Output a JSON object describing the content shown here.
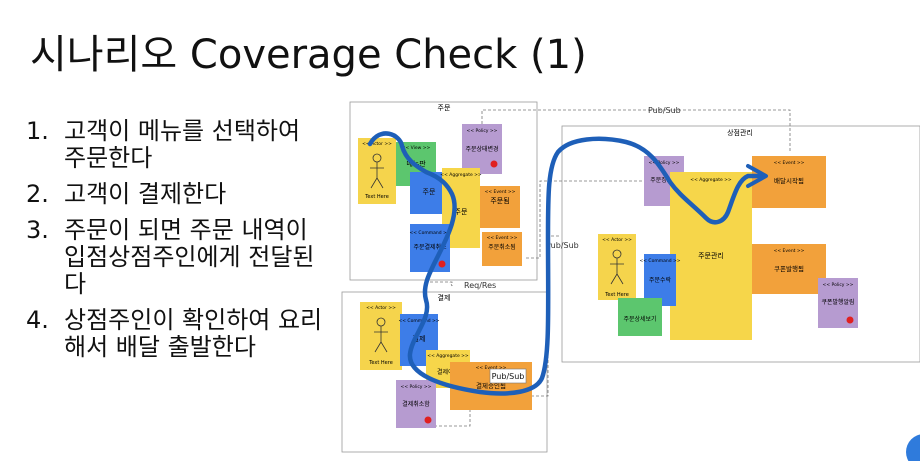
{
  "slide": {
    "title": "시나리오 Coverage Check (1)",
    "steps": [
      {
        "num": "1.",
        "text": "고객이 메뉴를 선택하여 주문한다"
      },
      {
        "num": "2.",
        "text": "고객이 결제한다"
      },
      {
        "num": "3.",
        "text": "주문이 되면 주문 내역이 입점상점주인에게 전달된다"
      },
      {
        "num": "4.",
        "text": "상점주인이 확인하여 요리해서 배달 출발한다"
      }
    ]
  },
  "diagram": {
    "bc_order": "주문",
    "bc_payment": "결제",
    "bc_store": "상점관리",
    "pubsub_top": "Pub/Sub",
    "pubsub_mid": "Pub/Sub",
    "pubsub_bottom": "Pub/Sub",
    "req_res": "Req/Res",
    "stickies": {
      "actor1_tag": "<< Actor >>",
      "actor1_label": "Text Here",
      "view_tag": "<< View >>",
      "view_label": "메뉴판",
      "policy1_tag": "<< Policy >>",
      "policy1_label": "주문상태변경",
      "cmd_order_label": "주문",
      "agg_order_tag": "<< Aggregate >>",
      "agg_order_label": "주문",
      "evt_ordered_tag": "<< Event >>",
      "evt_ordered_label": "주문됨",
      "cmd_cancel_tag": "<< Command >>",
      "cmd_cancel_label": "주문결제취소",
      "evt_cancelled_tag": "<< Event >>",
      "evt_cancelled_label": "주문취소됨",
      "actor2_tag": "<< Actor >>",
      "actor2_label": "Text Here",
      "cmd_pay_tag": "<< Command >>",
      "cmd_pay_label": "결제",
      "agg_pay_tag": "<< Aggregate >>",
      "agg_pay_label": "결제이력",
      "evt_paid_tag": "<< Event >>",
      "evt_paid_label": "결제승인됨",
      "policy_paycancel_tag": "<< Policy >>",
      "policy_paycancel_label": "결제취소함",
      "policy_orderinfo_tag": "<< Policy >>",
      "policy_orderinfo_label": "주문정보받",
      "agg_store_tag": "<< Aggregate >>",
      "agg_store_label": "주문관리",
      "evt_delivery_tag": "<< Event >>",
      "evt_delivery_label": "배달시작됨",
      "actor3_tag": "<< Actor >>",
      "actor3_label": "Text Here",
      "cmd_accept_tag": "<< Command >>",
      "cmd_accept_label": "주문수락",
      "view_detail_label": "주문상세보기",
      "evt_rejected_tag": "<< Event >>",
      "evt_rejected_label": "쿠폰발행됨",
      "policy_notify_tag": "<< Policy >>",
      "policy_notify_label": "쿠폰발행알림"
    },
    "colors": {
      "actor": "#f5d44c",
      "view": "#5cc66e",
      "policy": "#b69bd0",
      "command": "#3d7de8",
      "aggregate": "#f6d64a",
      "event": "#f2a13b",
      "flow": "#1e5fb8",
      "alert": "#e02020"
    }
  }
}
